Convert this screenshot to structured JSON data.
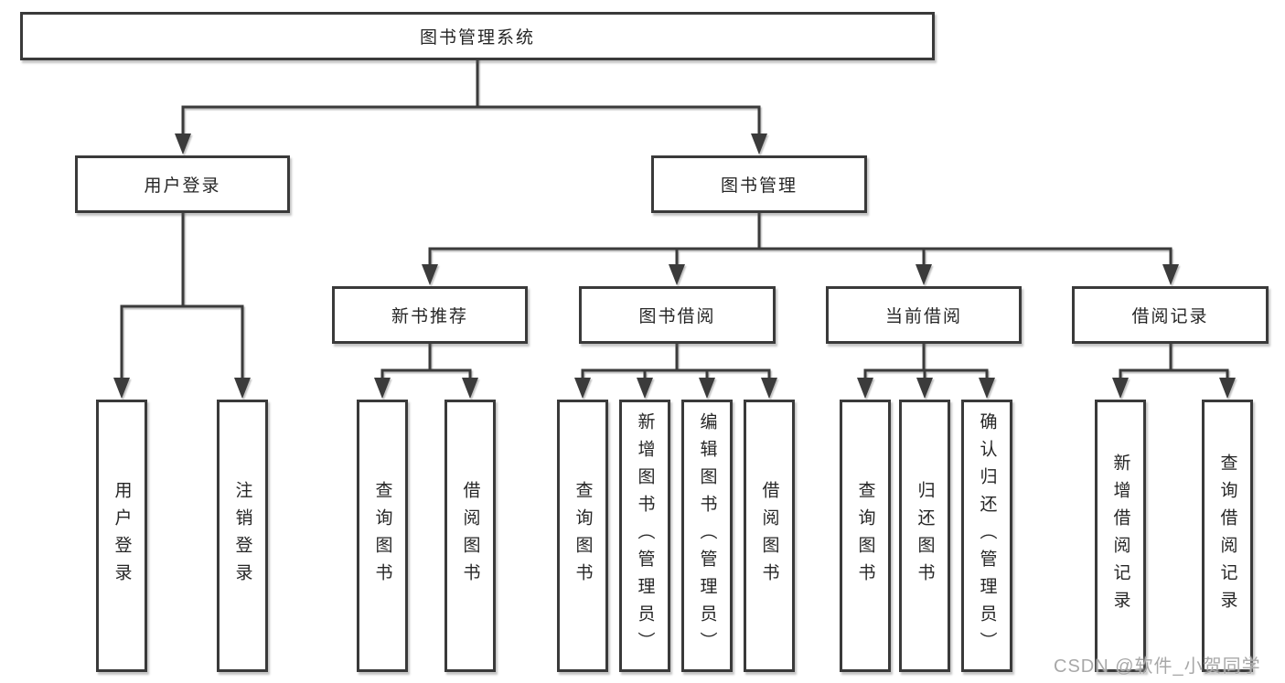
{
  "diagram": {
    "nodes": {
      "root": "图书管理系统",
      "user_login": "用户登录",
      "book_mgmt": "图书管理",
      "new_book_rec": "新书推荐",
      "book_borrow": "图书借阅",
      "current_borrow": "当前借阅",
      "borrow_record": "借阅记录",
      "ul_user_login": "用户登录",
      "ul_logout": "注销登录",
      "nbr_query_book": "查询图书",
      "nbr_borrow_book": "借阅图书",
      "bb_query_book": "查询图书",
      "bb_add_book": "新增图书（管理员）",
      "bb_edit_book": "编辑图书（管理员）",
      "bb_borrow_book": "借阅图书",
      "cb_query_book": "查询图书",
      "cb_return_book": "归还图书",
      "cb_confirm_return": "确认归还（管理员）",
      "br_add_record": "新增借阅记录",
      "br_query_record": "查询借阅记录"
    },
    "hierarchy": {
      "图书管理系统": [
        "用户登录",
        "图书管理"
      ],
      "用户登录": [
        "用户登录",
        "注销登录"
      ],
      "图书管理": [
        "新书推荐",
        "图书借阅",
        "当前借阅",
        "借阅记录"
      ],
      "新书推荐": [
        "查询图书",
        "借阅图书"
      ],
      "图书借阅": [
        "查询图书",
        "新增图书（管理员）",
        "编辑图书（管理员）",
        "借阅图书"
      ],
      "当前借阅": [
        "查询图书",
        "归还图书",
        "确认归还（管理员）"
      ],
      "借阅记录": [
        "新增借阅记录",
        "查询借阅记录"
      ]
    },
    "colors": {
      "line": "#3a3a3a",
      "box_border": "#3a3a3a",
      "text": "#262626",
      "watermark": "#a8a8a8",
      "background": "#ffffff"
    }
  },
  "watermark": {
    "text": "CSDN @软件_小贺同学"
  }
}
